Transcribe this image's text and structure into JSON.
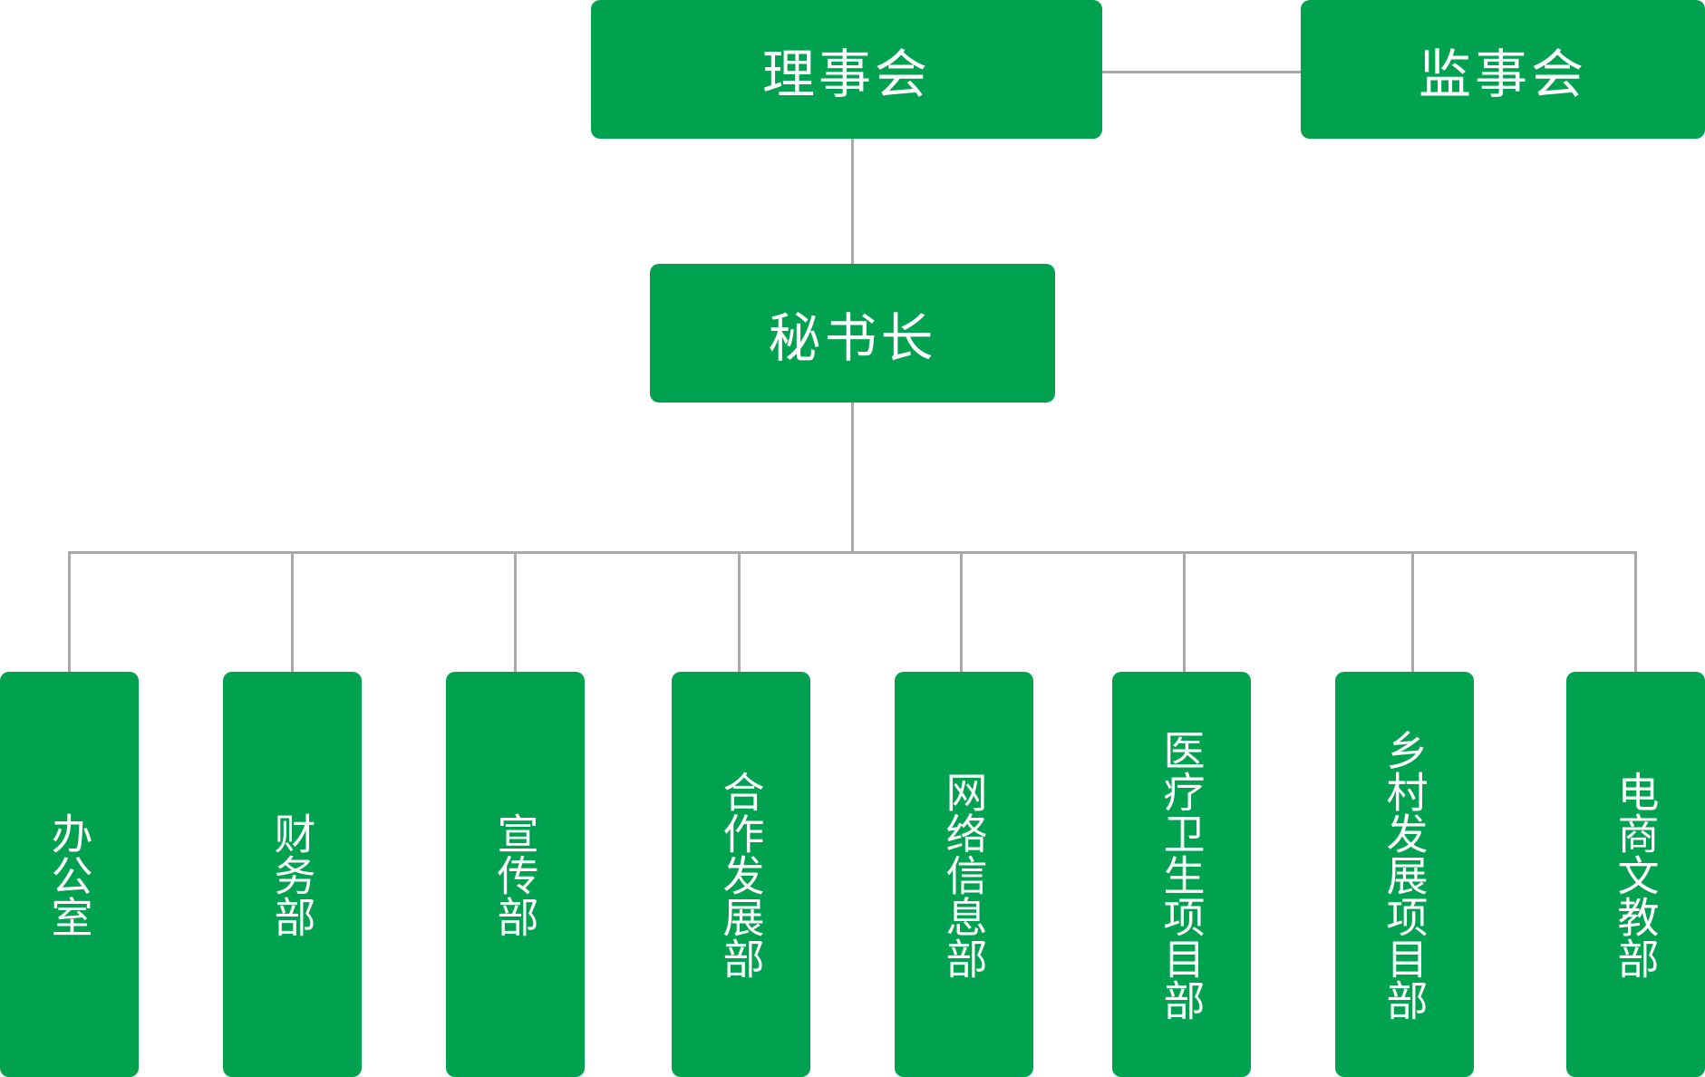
{
  "org_chart": {
    "board": {
      "label": "理事会"
    },
    "supervisors": {
      "label": "监事会"
    },
    "secretary_general": {
      "label": "秘书长"
    },
    "departments": [
      {
        "label": "办公室"
      },
      {
        "label": "财务部"
      },
      {
        "label": "宣传部"
      },
      {
        "label": "合作发展部"
      },
      {
        "label": "网络信息部"
      },
      {
        "label": "医疗卫生项目部"
      },
      {
        "label": "乡村发展项目部"
      },
      {
        "label": "电商文教部"
      }
    ]
  },
  "colors": {
    "box_fill": "#00a250",
    "box_text": "#ffffff",
    "connector": "#a8a8a8"
  }
}
